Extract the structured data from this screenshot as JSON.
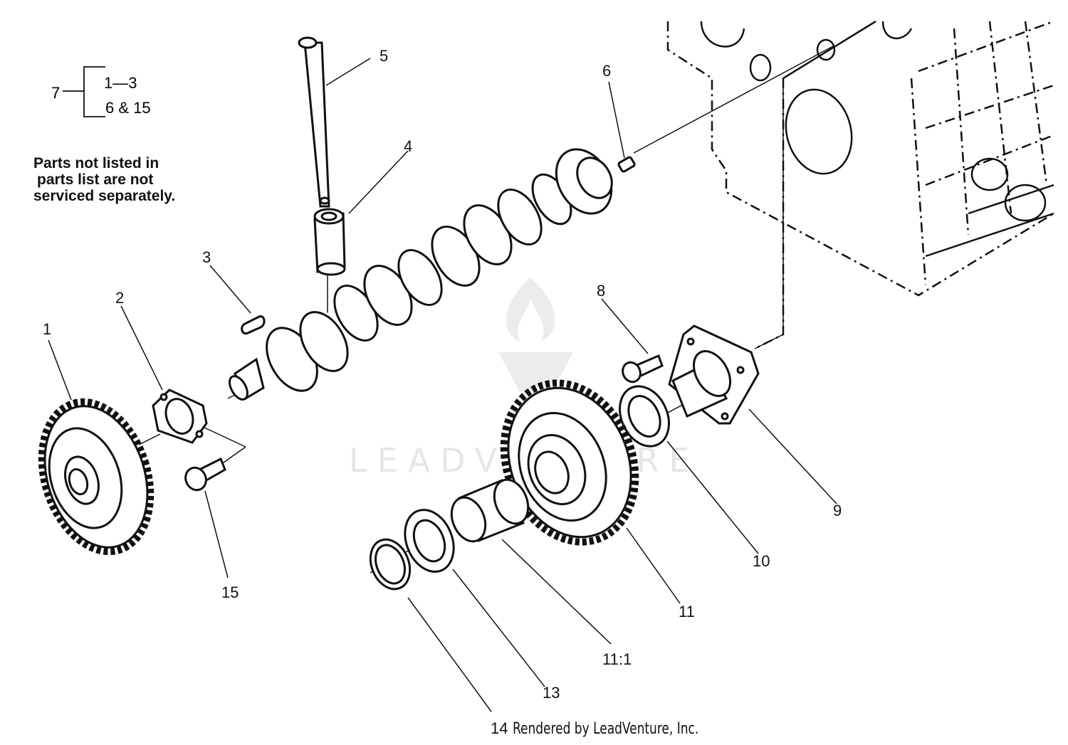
{
  "watermark": {
    "text": "LEADVENTURE"
  },
  "kit": {
    "number": "7",
    "lines": [
      "1—3",
      "6 & 15"
    ]
  },
  "note": {
    "lines": [
      "Parts not listed in",
      "parts list are not",
      "serviced separately."
    ]
  },
  "callouts": {
    "c1": "1",
    "c2": "2",
    "c3": "3",
    "c4": "4",
    "c5": "5",
    "c6": "6",
    "c8": "8",
    "c9": "9",
    "c10": "10",
    "c11": "11",
    "c11_1": "11:1",
    "c13": "13",
    "c14": "14",
    "c15": "15"
  },
  "credit": "Rendered by LeadVenture, Inc."
}
